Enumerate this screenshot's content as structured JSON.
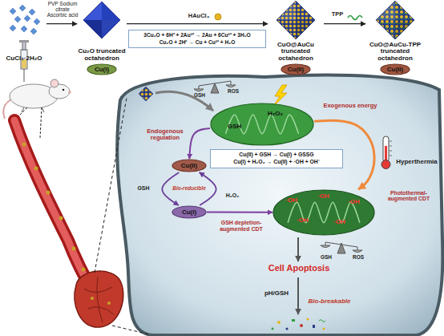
{
  "diagram": {
    "nodes": [
      {
        "text": [
          "CuCl₂·2H₂O"
        ]
      },
      {
        "text": [
          "Cu₂O truncated octahedron"
        ]
      },
      {
        "text": [
          "Cu(I)"
        ]
      },
      {
        "text": [
          "3Cu₂O + 6H⁺ + 2Au³⁺ → 2Au + 6Cu²⁺ + 3H₂O",
          "Cu₂O + 2H⁺ → Cu + Cu²⁺ + H₂O"
        ]
      },
      {
        "text": [
          "CuO@AuCu truncated octahedron"
        ]
      },
      {
        "text": [
          "Cu(II)"
        ]
      },
      {
        "text": [
          "CuO@AuCu-TPP truncated octahedron"
        ]
      },
      {
        "text": [
          "Cu(II)"
        ]
      },
      {
        "text": [
          "GSH",
          "H₂O₂"
        ]
      },
      {
        "text": [
          "Cu(II) + GSH → Cu(I) + GSSG",
          "Cu(I) + H₂O₂ → Cu(II) + ·OH + OH⁻"
        ]
      },
      {
        "text": [
          "Cu(II)"
        ]
      },
      {
        "text": [
          "Cu(I)"
        ]
      },
      {
        "text": [
          "·OH",
          "·OH",
          "·OH",
          "·OH",
          "·OH"
        ]
      }
    ],
    "edges": [
      {
        "from": 0,
        "to": 1,
        "arrow": "to",
        "label": "PVP Sodium citrate Ascorbic acid"
      },
      {
        "from": 1,
        "to": 4,
        "arrow": "to",
        "label": "HAuCl₄"
      },
      {
        "from": 4,
        "to": 6,
        "arrow": "to",
        "label": "TPP"
      },
      {
        "from": 8,
        "to": 10,
        "arrow": "to",
        "label": "Endogenous regulation"
      },
      {
        "from": 8,
        "to": 12,
        "arrow": "to",
        "label": "Exogenous energy"
      },
      {
        "from": 10,
        "to": 11,
        "arrow": "to",
        "label": "GSH"
      },
      {
        "from": 11,
        "to": 10,
        "arrow": "to",
        "label": "H₂O₂"
      },
      {
        "from": 11,
        "to": 12,
        "arrow": "to",
        "label": "GSH depletion-augmented CDT"
      }
    ],
    "labels": [
      "GSH",
      "ROS",
      "Hyperthermia",
      "Photothermal-augmented CDT",
      "Bio-reducible",
      "GSH",
      "ROS",
      "Cell Apoptosis",
      "pH/GSH",
      "Bio-breakable"
    ]
  }
}
